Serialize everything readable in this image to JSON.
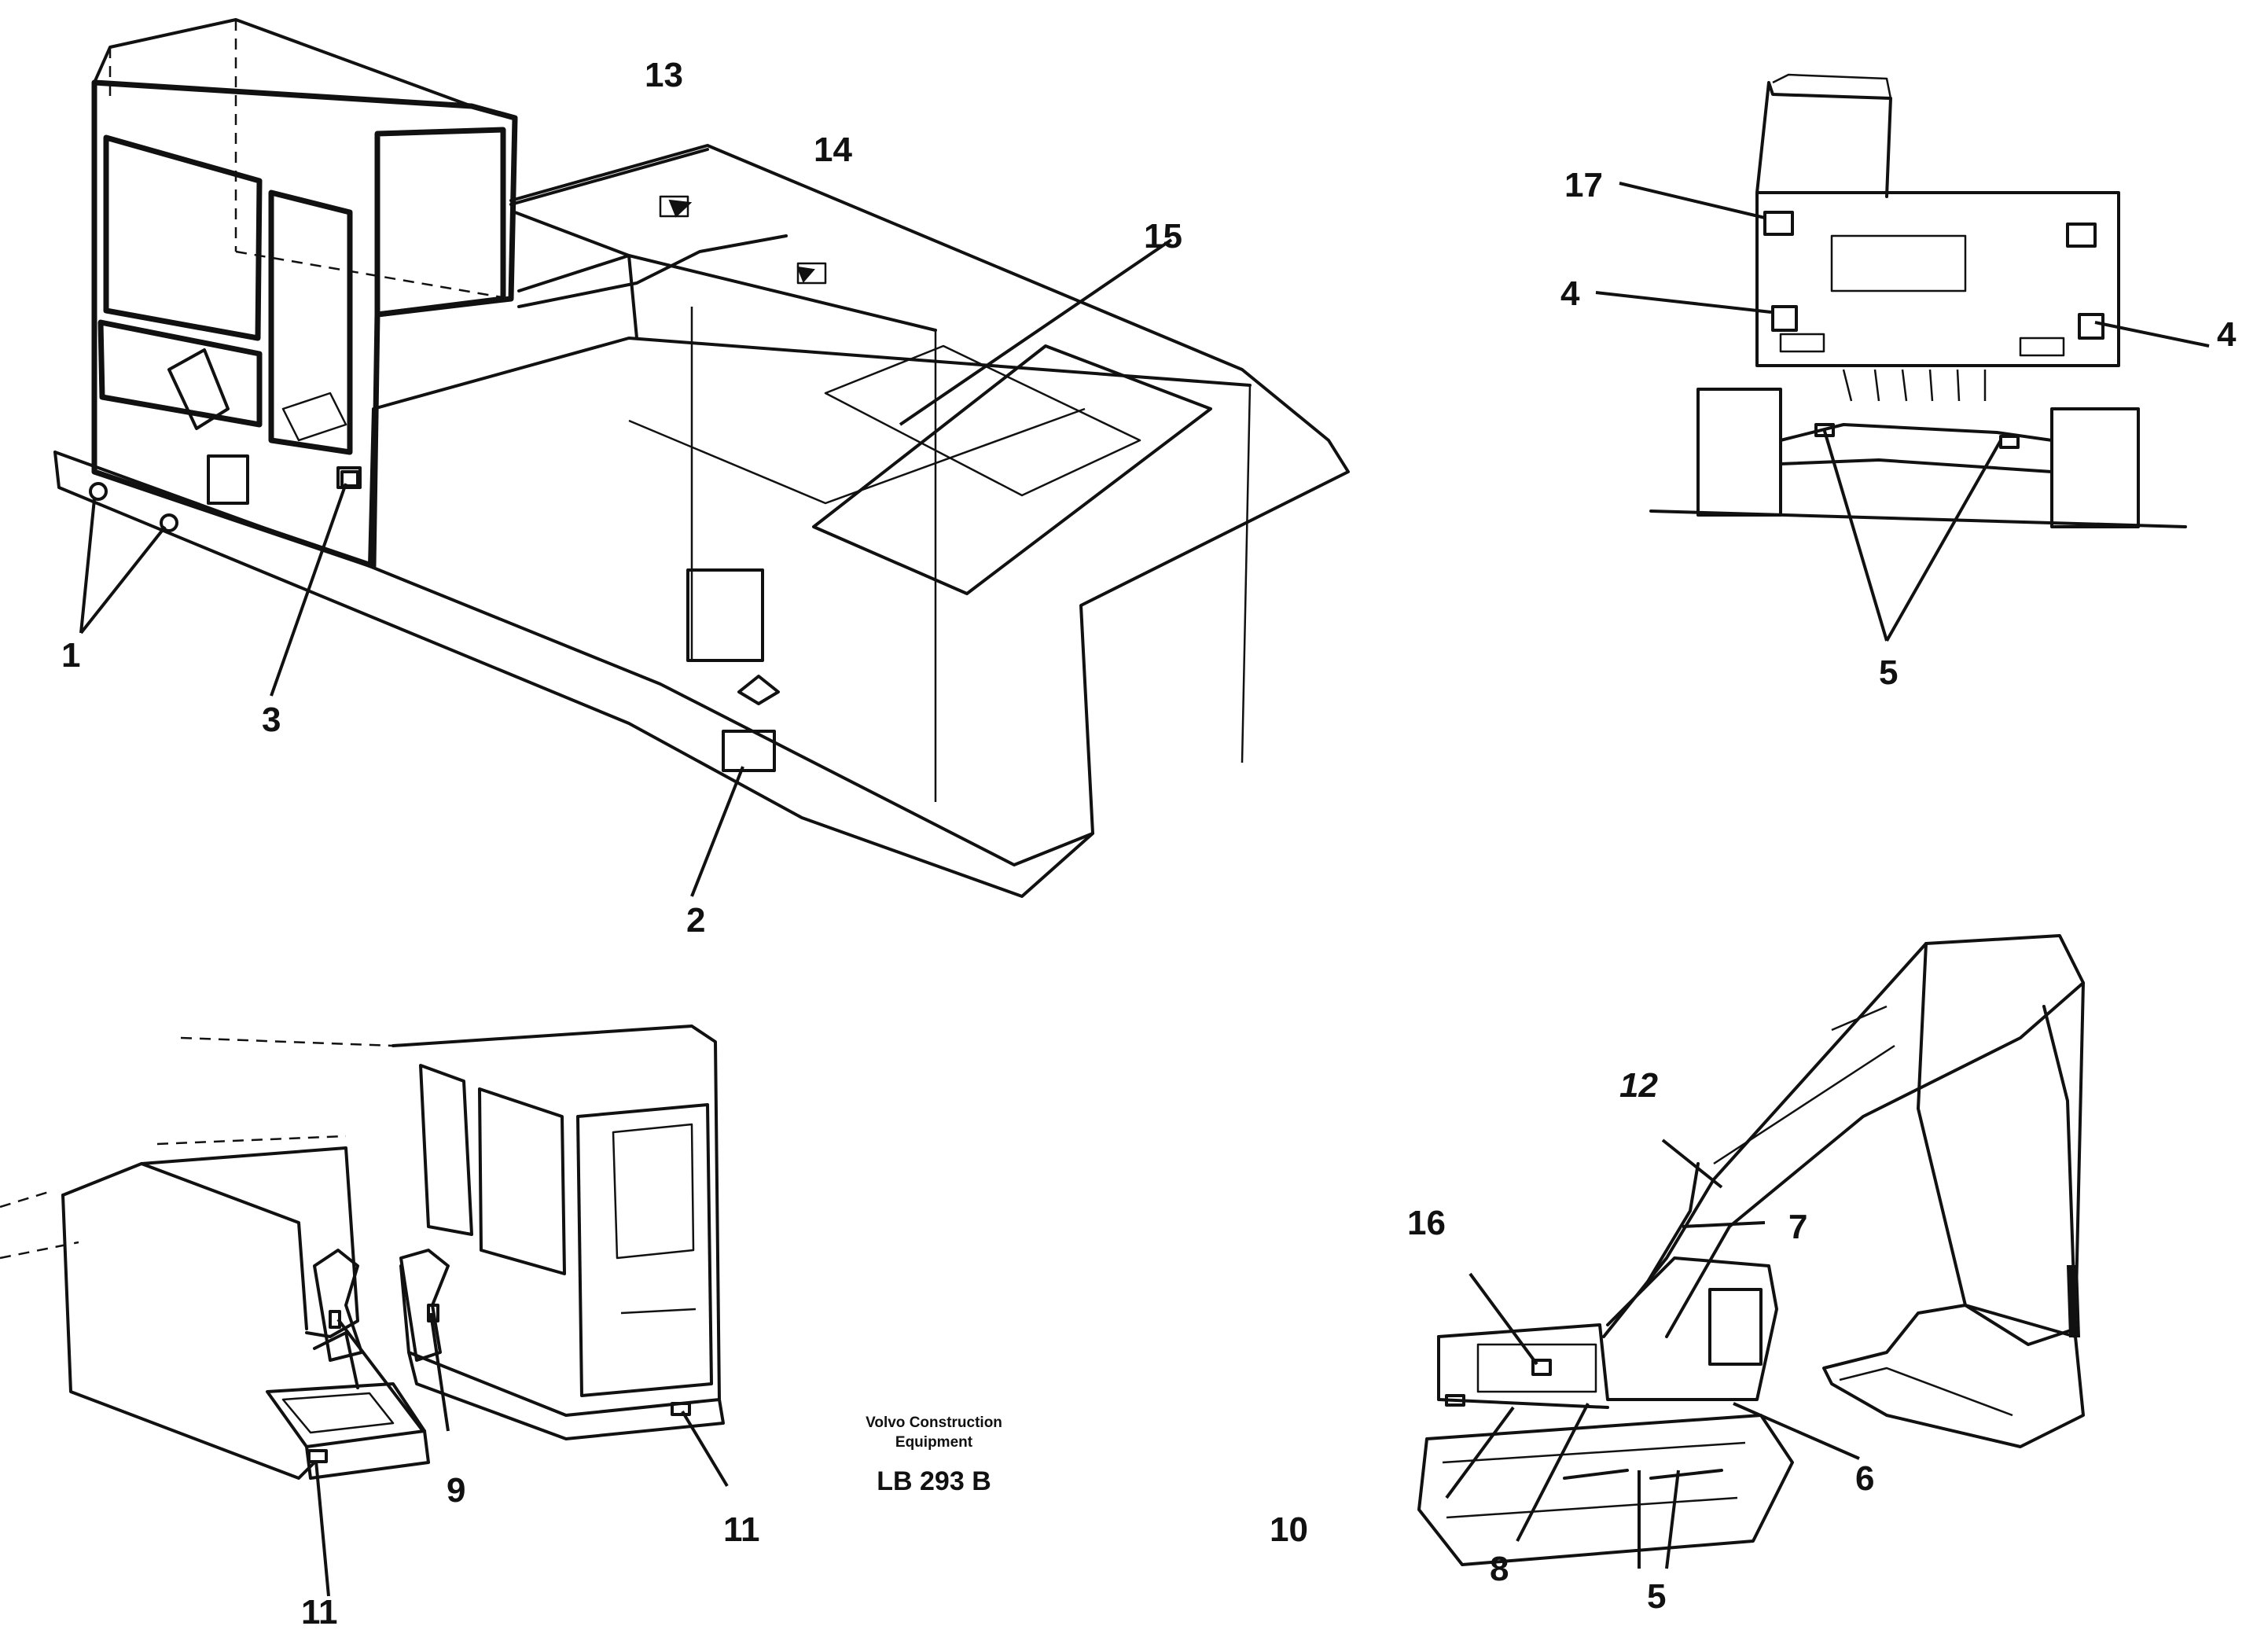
{
  "callouts": {
    "c1": "1",
    "c2": "2",
    "c3": "3",
    "c4a": "4",
    "c4b": "4",
    "c5a": "5",
    "c5b": "5",
    "c6": "6",
    "c7": "7",
    "c8": "8",
    "c9": "9",
    "c10": "10",
    "c11a": "11",
    "c11b": "11",
    "c12": "12",
    "c13": "13",
    "c14": "14",
    "c15": "15",
    "c16": "16",
    "c17": "17"
  },
  "caption": {
    "line1": "Volvo Construction",
    "line2": "Equipment",
    "code": "LB 293 B"
  }
}
